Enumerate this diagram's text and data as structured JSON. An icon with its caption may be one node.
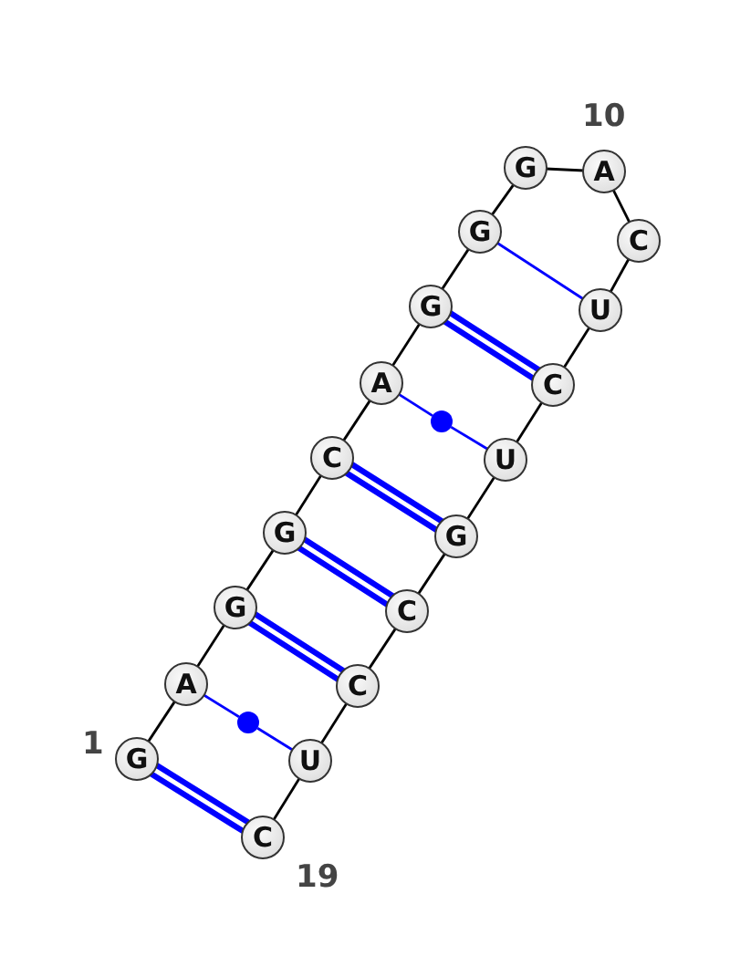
{
  "diagram": {
    "nodes": [
      {
        "text": [
          "G"
        ],
        "beside": [
          "1"
        ]
      },
      {
        "text": [
          "A"
        ]
      },
      {
        "text": [
          "G"
        ]
      },
      {
        "text": [
          "G"
        ]
      },
      {
        "text": [
          "C"
        ]
      },
      {
        "text": [
          "A"
        ]
      },
      {
        "text": [
          "G"
        ]
      },
      {
        "text": [
          "G"
        ]
      },
      {
        "text": [
          "G"
        ]
      },
      {
        "text": [
          "A"
        ],
        "beside": [
          "10"
        ]
      },
      {
        "text": [
          "C"
        ]
      },
      {
        "text": [
          "U"
        ]
      },
      {
        "text": [
          "C"
        ]
      },
      {
        "text": [
          "U"
        ]
      },
      {
        "text": [
          "G"
        ]
      },
      {
        "text": [
          "C"
        ]
      },
      {
        "text": [
          "C"
        ]
      },
      {
        "text": [
          "U"
        ]
      },
      {
        "text": [
          "C"
        ],
        "beside": [
          "19"
        ]
      },
      {
        "text": [],
        "shape": "circle"
      },
      {
        "text": [],
        "shape": "circle"
      }
    ],
    "edges": [
      {
        "from": 0,
        "to": 1,
        "arrow": "none"
      },
      {
        "from": 1,
        "to": 2,
        "arrow": "none"
      },
      {
        "from": 2,
        "to": 3,
        "arrow": "none"
      },
      {
        "from": 3,
        "to": 4,
        "arrow": "none"
      },
      {
        "from": 4,
        "to": 5,
        "arrow": "none"
      },
      {
        "from": 5,
        "to": 6,
        "arrow": "none"
      },
      {
        "from": 6,
        "to": 7,
        "arrow": "none"
      },
      {
        "from": 7,
        "to": 8,
        "arrow": "none"
      },
      {
        "from": 8,
        "to": 9,
        "arrow": "none"
      },
      {
        "from": 9,
        "to": 10,
        "arrow": "none"
      },
      {
        "from": 10,
        "to": 11,
        "arrow": "none"
      },
      {
        "from": 11,
        "to": 12,
        "arrow": "none"
      },
      {
        "from": 12,
        "to": 13,
        "arrow": "none"
      },
      {
        "from": 13,
        "to": 14,
        "arrow": "none"
      },
      {
        "from": 14,
        "to": 15,
        "arrow": "none"
      },
      {
        "from": 15,
        "to": 16,
        "arrow": "none"
      },
      {
        "from": 16,
        "to": 17,
        "arrow": "none"
      },
      {
        "from": 17,
        "to": 18,
        "arrow": "none"
      },
      {
        "from": 0,
        "to": 18,
        "arrow": "none",
        "style": "thick",
        "color": "#0000ff"
      },
      {
        "from": 1,
        "to": 19,
        "arrow": "none",
        "color": "#0000ff"
      },
      {
        "from": 19,
        "to": 17,
        "arrow": "none",
        "color": "#0000ff"
      },
      {
        "from": 2,
        "to": 16,
        "arrow": "none",
        "style": "thick",
        "color": "#0000ff"
      },
      {
        "from": 3,
        "to": 15,
        "arrow": "none",
        "style": "thick",
        "color": "#0000ff"
      },
      {
        "from": 4,
        "to": 14,
        "arrow": "none",
        "style": "thick",
        "color": "#0000ff"
      },
      {
        "from": 5,
        "to": 20,
        "arrow": "none",
        "color": "#0000ff"
      },
      {
        "from": 20,
        "to": 13,
        "arrow": "none",
        "color": "#0000ff"
      },
      {
        "from": 6,
        "to": 12,
        "arrow": "none",
        "style": "thick",
        "color": "#0000ff"
      },
      {
        "from": 7,
        "to": 11,
        "arrow": "none",
        "color": "#0000ff"
      }
    ]
  }
}
